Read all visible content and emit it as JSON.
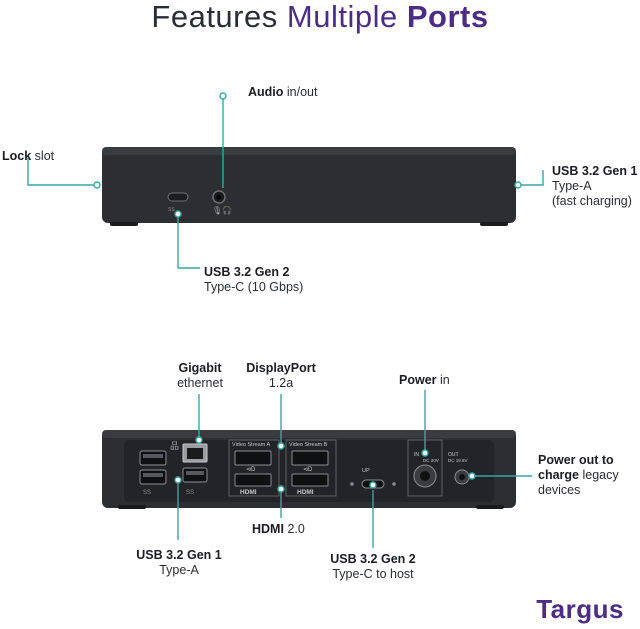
{
  "title": {
    "part1": "Features",
    "part2": "Multiple",
    "part3": "Ports"
  },
  "front_labels": {
    "audio": {
      "bold": "Audio",
      "rest": "in/out"
    },
    "lock": {
      "bold": "Lock",
      "rest": "slot"
    },
    "usb_a_front": {
      "bold": "USB 3.2 Gen 1",
      "line2": "Type-A",
      "line3": "(fast charging)"
    },
    "usb_c_front": {
      "bold": "USB 3.2 Gen 2",
      "line2": "Type-C (10 Gbps)"
    }
  },
  "rear_labels": {
    "gigabit": {
      "bold": "Gigabit",
      "line2": "ethernet"
    },
    "displayport": {
      "bold": "DisplayPort",
      "line2": "1.2a"
    },
    "power_in": {
      "bold": "Power",
      "rest": "in"
    },
    "power_out": {
      "b1": "Power out to",
      "b2": "charge",
      "rest": "legacy",
      "line3": "devices"
    },
    "usb_a_rear": {
      "bold": "USB 3.2 Gen 1",
      "line2": "Type-A"
    },
    "hdmi": {
      "bold": "HDMI",
      "rest": "2.0"
    },
    "usb_c_host": {
      "bold": "USB 3.2 Gen 2",
      "line2": "Type-C to host"
    }
  },
  "device_markings": {
    "video_a": "Video Stream A",
    "video_b": "Video Stream B",
    "hdmi": "HDMI",
    "dc_in": "IN",
    "dc_in_v": "DC 20V",
    "dc_out": "OUT",
    "dc_out_v": "DC 19.5V",
    "usb_ss": "SS",
    "up": "UP"
  },
  "logo": "Targus",
  "colors": {
    "accent": "#4b2d84",
    "callout": "#3aa6a1",
    "device": "#2c2e31"
  }
}
